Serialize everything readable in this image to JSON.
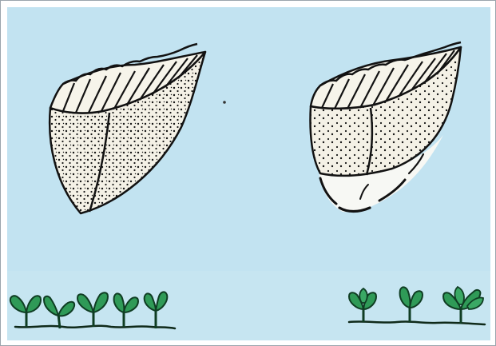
{
  "illustration": {
    "description_key": "two-lumps",
    "colors": {
      "background": "#c2e3f1",
      "sand": "#f4f1e6",
      "outline": "#121212",
      "plant": "#2f9a57",
      "plant_dark": "#0f3d23"
    },
    "lumps": [
      {
        "name": "left-lump",
        "variant": "full"
      },
      {
        "name": "right-lump",
        "variant": "eroded-base"
      }
    ],
    "seedling_groups": [
      {
        "name": "left-seedlings",
        "count": 5
      },
      {
        "name": "right-seedlings",
        "count": 3
      }
    ]
  }
}
